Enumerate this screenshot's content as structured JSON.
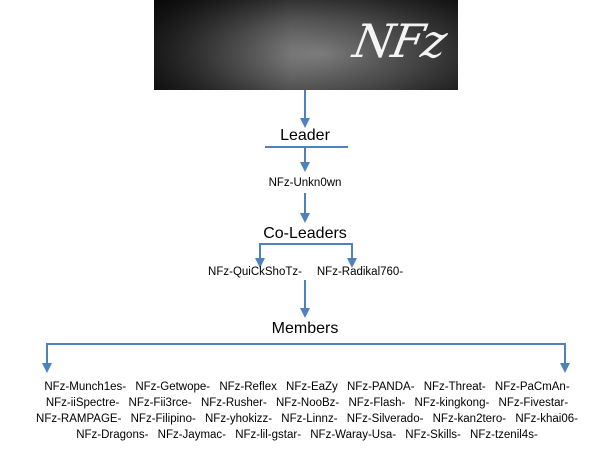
{
  "banner": {
    "logo_text": "NFz"
  },
  "headings": {
    "leader": "Leader",
    "co_leaders": "Co-Leaders",
    "members": "Members"
  },
  "leader": {
    "name": "NFz-Unkn0wn"
  },
  "co_leaders": [
    "NFz-QuiCkShoTz-",
    "NFz-Radikal760-"
  ],
  "members": {
    "rows": [
      [
        "NFz-Munch1es-",
        "NFz-Getwope-",
        "NFz-Reflex",
        "NFz-EaZy",
        "NFz-PANDA-",
        "NFz-Threat-",
        "NFz-PaCmAn-"
      ],
      [
        "NFz-iiSpectre-",
        "NFz-Fii3rce-",
        "NFz-Rusher-",
        "NFz-NooBz-",
        "NFz-Flash-",
        "NFz-kingkong-",
        "NFz-Fivestar-"
      ],
      [
        "NFz-RAMPAGE-",
        "NFz-Filipino-",
        "NFz-yhokizz-",
        "NFz-Linnz-",
        "NFz-Silverado-",
        "NFz-kan2tero-",
        "NFz-khai06-"
      ],
      [
        "NFz-Dragons-",
        "NFz-Jaymac-",
        "NFz-lil-gstar-",
        "NFz-Waray-Usa-",
        "NFz-Skills-",
        "NFz-tzenil4s-"
      ]
    ]
  },
  "colors": {
    "connector": "#4f81bd",
    "text": "#000000"
  }
}
